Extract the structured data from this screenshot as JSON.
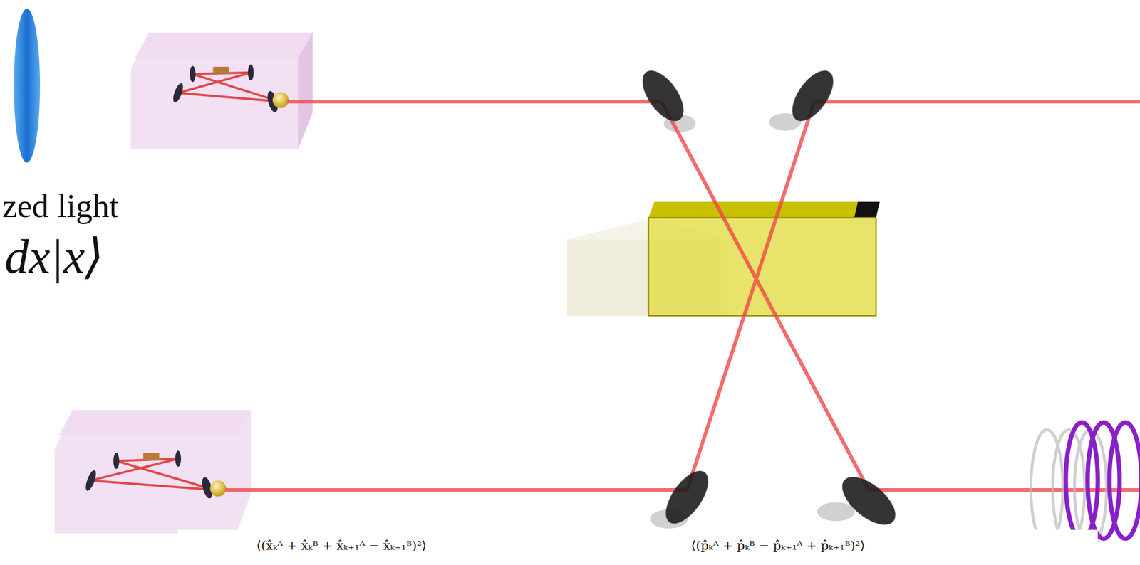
{
  "diagram": {
    "labels": [
      "zed light",
      "dx|x⟩",
      "⟨(x̂ₖᴬ + x̂ₖᴮ + x̂ₖ₊₁ᴬ − x̂ₖ₊₁ᴮ)²⟩",
      "⟨(p̂ₖᴬ + p̂ₖᴮ − p̂ₖ₊₁ᴬ + p̂ₖ₊₁ᴮ)²⟩"
    ]
  }
}
